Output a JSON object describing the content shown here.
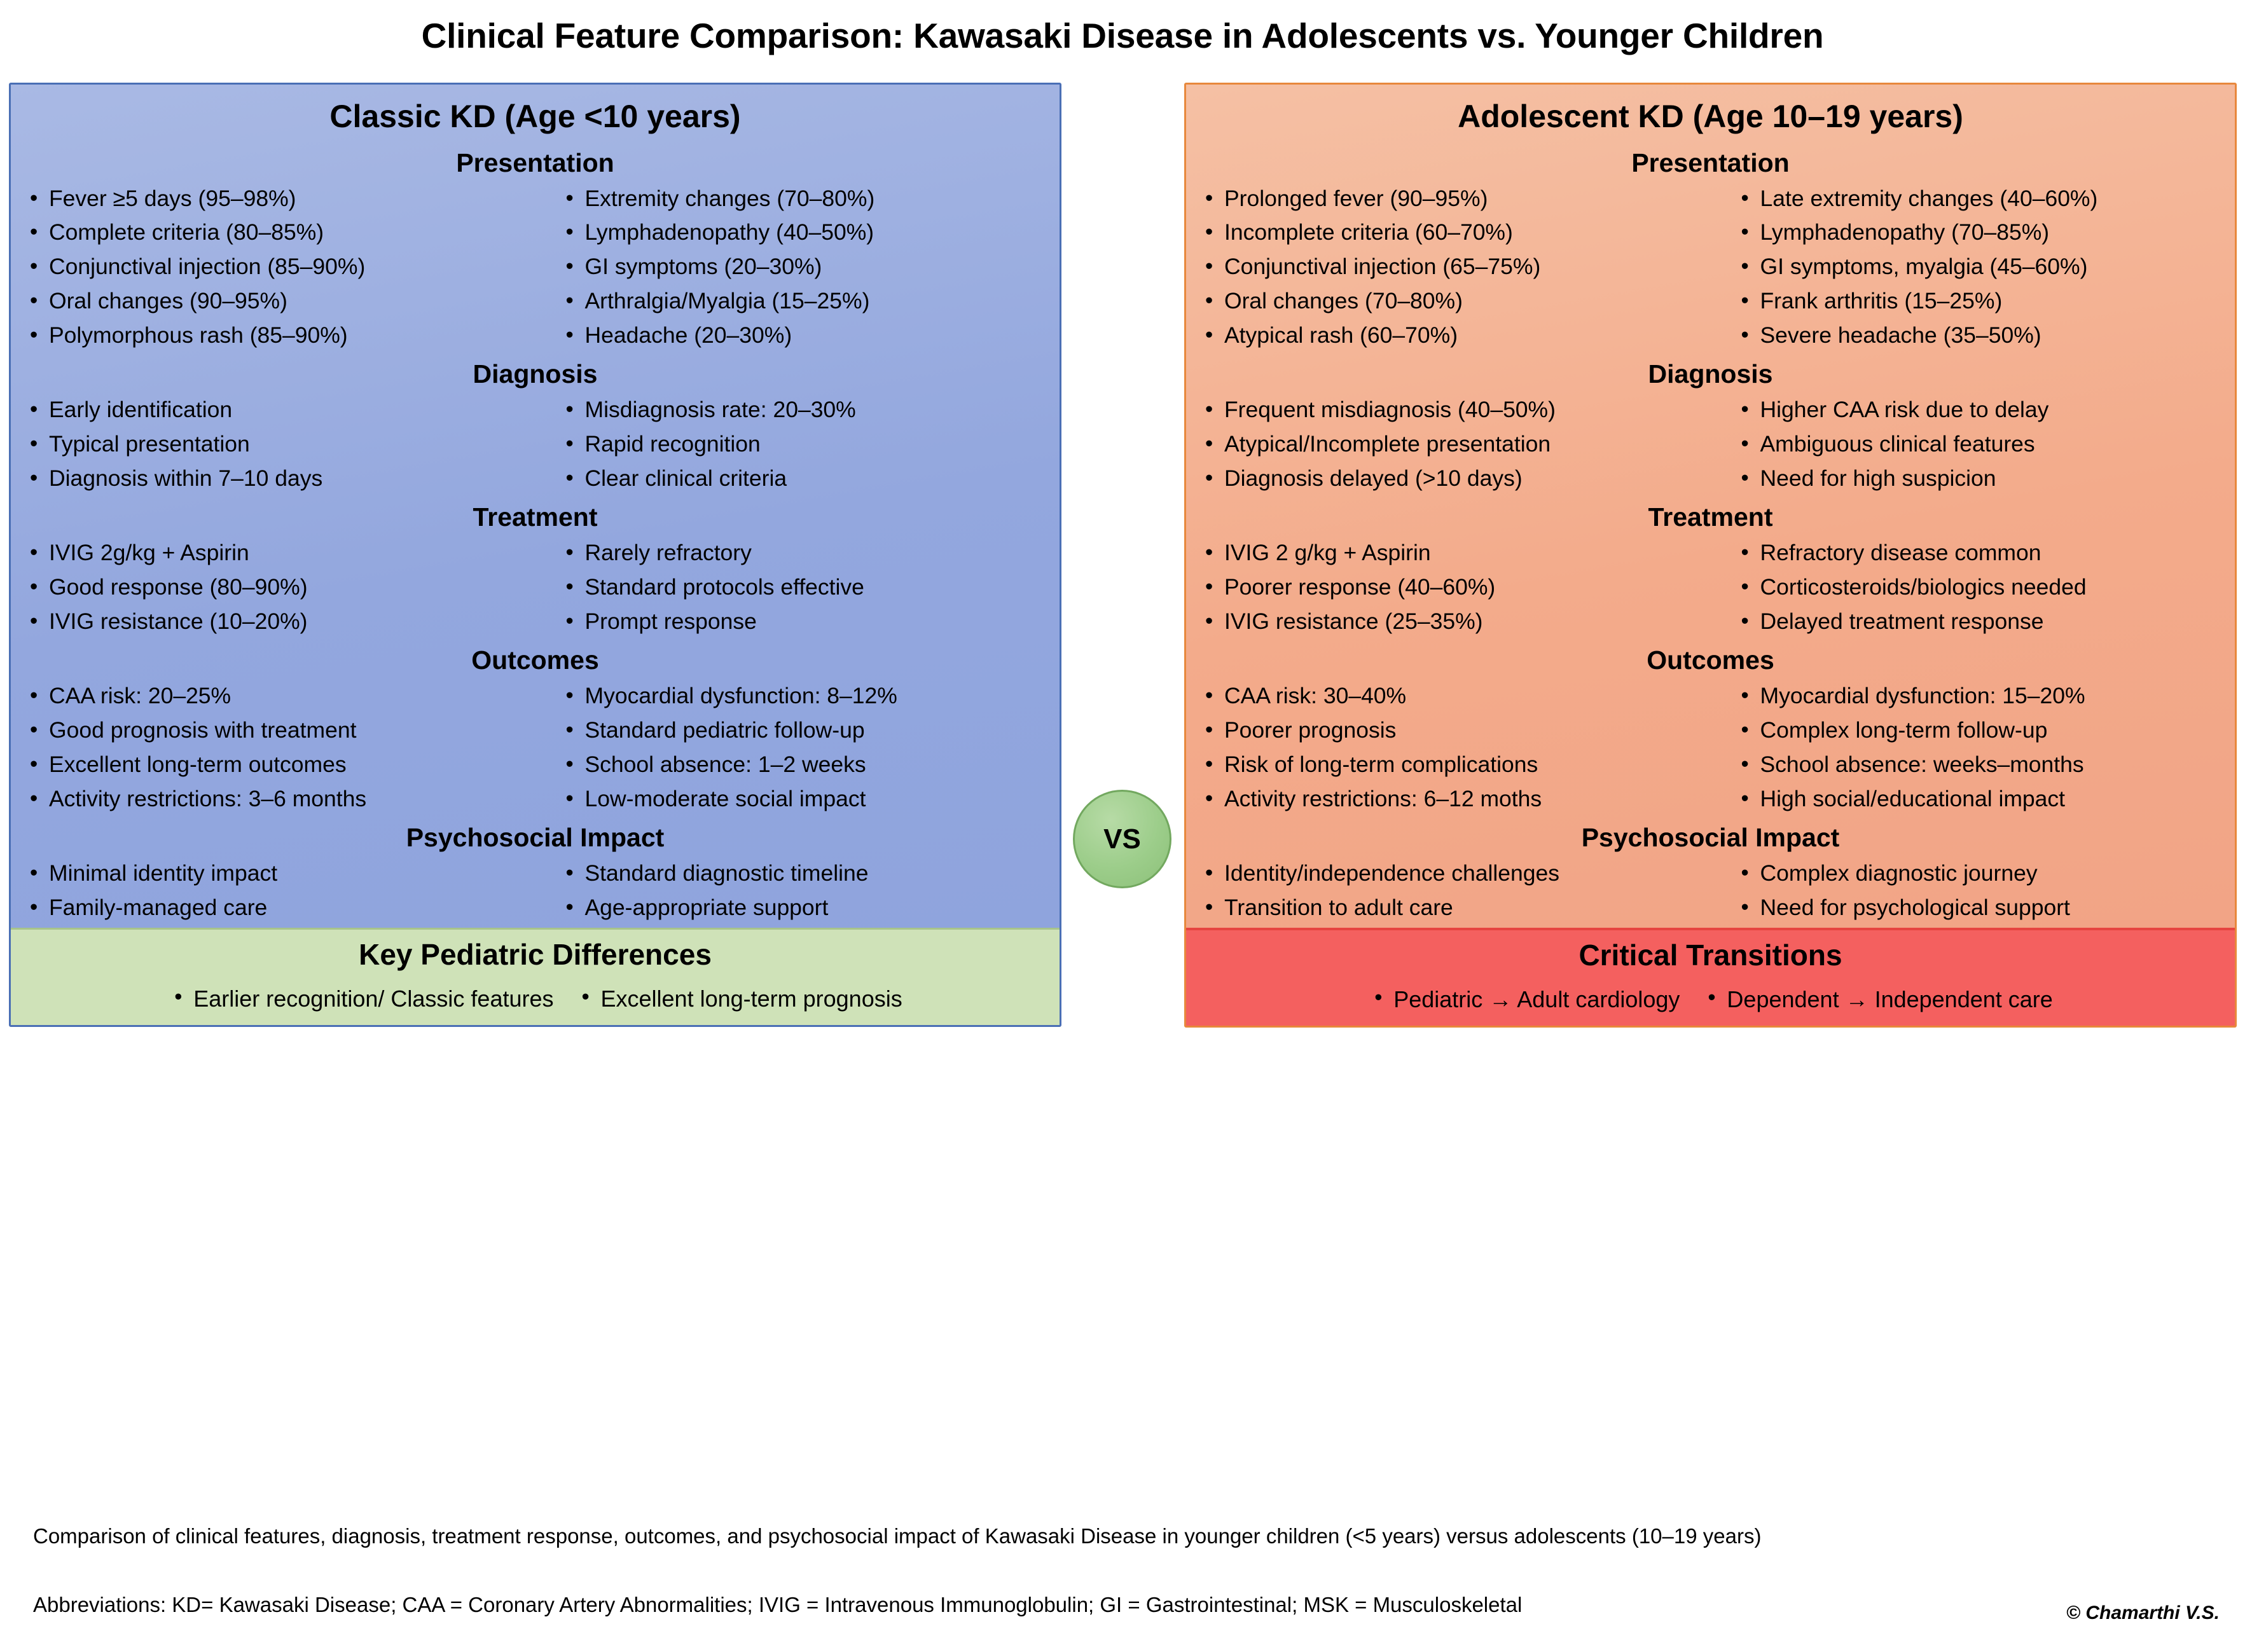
{
  "title": "Clinical Feature Comparison: Kawasaki Disease in Adolescents vs. Younger Children",
  "vs_badge": "VS",
  "colors": {
    "left_panel_bg": "#93a7de",
    "left_panel_border": "#4a6fb5",
    "right_panel_bg": "#f3ab8b",
    "right_panel_border": "#e8883c",
    "green_footer_bg": "#cfe2b8",
    "red_footer_bg": "#f4605f",
    "vs_badge_bg": "#9ccd8a"
  },
  "left": {
    "title": "Classic KD (Age <10 years)",
    "sections": [
      {
        "heading": "Presentation",
        "col_a": [
          "Fever ≥5 days (95–98%)",
          "Complete criteria (80–85%)",
          "Conjunctival injection (85–90%)",
          "Oral changes (90–95%)",
          "Polymorphous rash (85–90%)"
        ],
        "col_b": [
          "Extremity changes (70–80%)",
          "Lymphadenopathy (40–50%)",
          "GI symptoms (20–30%)",
          "Arthralgia/Myalgia (15–25%)",
          "Headache (20–30%)"
        ]
      },
      {
        "heading": "Diagnosis",
        "col_a": [
          "Early identification",
          "Typical presentation",
          "Diagnosis within 7–10 days"
        ],
        "col_b": [
          "Misdiagnosis rate: 20–30%",
          "Rapid recognition",
          "Clear clinical criteria"
        ]
      },
      {
        "heading": "Treatment",
        "col_a": [
          "IVIG 2g/kg + Aspirin",
          "Good response (80–90%)",
          "IVIG resistance (10–20%)"
        ],
        "col_b": [
          "Rarely refractory",
          "Standard protocols effective",
          "Prompt response"
        ]
      },
      {
        "heading": "Outcomes",
        "col_a": [
          "CAA risk: 20–25%",
          "Good prognosis with treatment",
          "Excellent long-term outcomes",
          "Activity restrictions: 3–6 months"
        ],
        "col_b": [
          "Myocardial dysfunction: 8–12%",
          "Standard pediatric follow-up",
          "School absence: 1–2 weeks",
          "Low-moderate social impact"
        ]
      },
      {
        "heading": "Psychosocial Impact",
        "col_a": [
          "Minimal identity impact",
          "Family-managed care"
        ],
        "col_b": [
          "Standard diagnostic timeline",
          "Age-appropriate support"
        ]
      }
    ],
    "footer": {
      "title": "Key Pediatric Differences",
      "items": [
        "Earlier recognition/ Classic features",
        "Excellent long-term prognosis"
      ]
    }
  },
  "right": {
    "title": "Adolescent KD (Age 10–19 years)",
    "sections": [
      {
        "heading": "Presentation",
        "col_a": [
          "Prolonged fever (90–95%)",
          "Incomplete criteria (60–70%)",
          "Conjunctival injection (65–75%)",
          "Oral changes (70–80%)",
          "Atypical rash (60–70%)"
        ],
        "col_b": [
          "Late extremity changes (40–60%)",
          "Lymphadenopathy (70–85%)",
          "GI symptoms, myalgia (45–60%)",
          "Frank arthritis (15–25%)",
          "Severe headache (35–50%)"
        ]
      },
      {
        "heading": "Diagnosis",
        "col_a": [
          "Frequent misdiagnosis (40–50%)",
          "Atypical/Incomplete presentation",
          "Diagnosis delayed (>10 days)"
        ],
        "col_b": [
          "Higher CAA risk due to delay",
          "Ambiguous clinical features",
          "Need for high suspicion"
        ]
      },
      {
        "heading": "Treatment",
        "col_a": [
          "IVIG 2 g/kg + Aspirin",
          "Poorer response (40–60%)",
          "IVIG resistance (25–35%)"
        ],
        "col_b": [
          "Refractory disease common",
          "Corticosteroids/biologics needed",
          "Delayed treatment response"
        ]
      },
      {
        "heading": "Outcomes",
        "col_a": [
          "CAA risk: 30–40%",
          "Poorer prognosis",
          "Risk of long-term complications",
          "Activity restrictions: 6–12 moths"
        ],
        "col_b": [
          "Myocardial dysfunction: 15–20%",
          "Complex long-term follow-up",
          "School absence: weeks–months",
          "High social/educational impact"
        ]
      },
      {
        "heading": "Psychosocial Impact",
        "col_a": [
          "Identity/independence challenges",
          "Transition to adult care"
        ],
        "col_b": [
          "Complex diagnostic journey",
          "Need for psychological support"
        ]
      }
    ],
    "footer": {
      "title": "Critical Transitions",
      "items": [
        "Pediatric → Adult cardiology",
        "Dependent → Independent care"
      ]
    }
  },
  "caption": "Comparison of clinical features, diagnosis, treatment response, outcomes, and psychosocial impact of Kawasaki Disease in younger children (<5 years) versus adolescents (10–19 years)",
  "abbreviations": "Abbreviations: KD= Kawasaki Disease; CAA = Coronary Artery Abnormalities; IVIG = Intravenous Immunoglobulin; GI = Gastrointestinal; MSK = Musculoskeletal",
  "copyright": "© Chamarthi V.S."
}
